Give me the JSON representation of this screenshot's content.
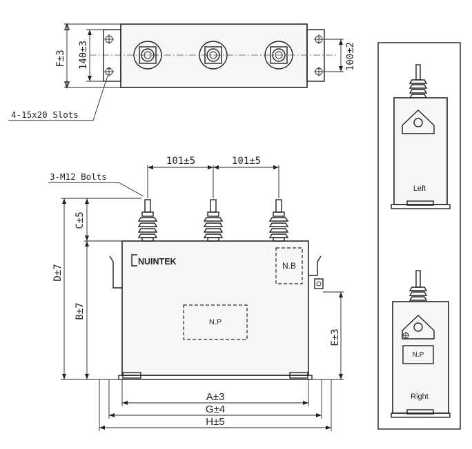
{
  "top_view": {
    "dim_f": "F±3",
    "dim_140": "140±3",
    "dim_100": "100±2",
    "slots_label": "4-15x20 Slots"
  },
  "front_view": {
    "bolts_label": "3-M12 Bolts",
    "pitch_left": "101±5",
    "pitch_right": "101±5",
    "dim_c": "C±5",
    "dim_d": "D±7",
    "dim_b": "B±7",
    "dim_e": "E±3",
    "dim_a": "A±3",
    "dim_g": "G±4",
    "dim_h": "H±5",
    "brand": "NUINTEK",
    "nameplate": "N.P",
    "nb_label": "N.B"
  },
  "side_views": {
    "left_label": "Left",
    "right_label": "Right",
    "right_nameplate": "N.P"
  }
}
